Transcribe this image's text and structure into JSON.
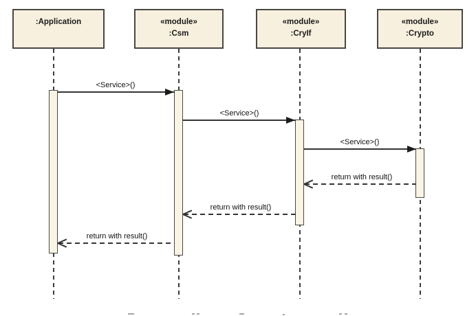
{
  "diagram": {
    "type": "uml-sequence-diagram",
    "lifelines": [
      {
        "name": ":Application"
      },
      {
        "stereotype": "«module»",
        "name": ":Csm"
      },
      {
        "stereotype": "«module»",
        "name": ":CryIf"
      },
      {
        "stereotype": "«module»",
        "name": ":Crypto"
      }
    ],
    "messages": [
      {
        "label": "<Service>()",
        "from": ":Application",
        "to": ":Csm",
        "kind": "synchronous-call"
      },
      {
        "label": "<Service>()",
        "from": ":Csm",
        "to": ":CryIf",
        "kind": "synchronous-call"
      },
      {
        "label": "<Service>()",
        "from": ":CryIf",
        "to": ":Crypto",
        "kind": "synchronous-call"
      },
      {
        "label": "return with result()",
        "from": ":Crypto",
        "to": ":CryIf",
        "kind": "return"
      },
      {
        "label": "return with result()",
        "from": ":CryIf",
        "to": ":Csm",
        "kind": "return"
      },
      {
        "label": "return with result()",
        "from": ":Csm",
        "to": ":Application",
        "kind": "return"
      }
    ],
    "colors": {
      "background": "#FFFFFF",
      "box_fill": "#F8F0DE",
      "box_border": "#4A4742",
      "activation_fill": "#FAF4E5",
      "line": "#333333",
      "text": "#1A1A1A"
    }
  }
}
